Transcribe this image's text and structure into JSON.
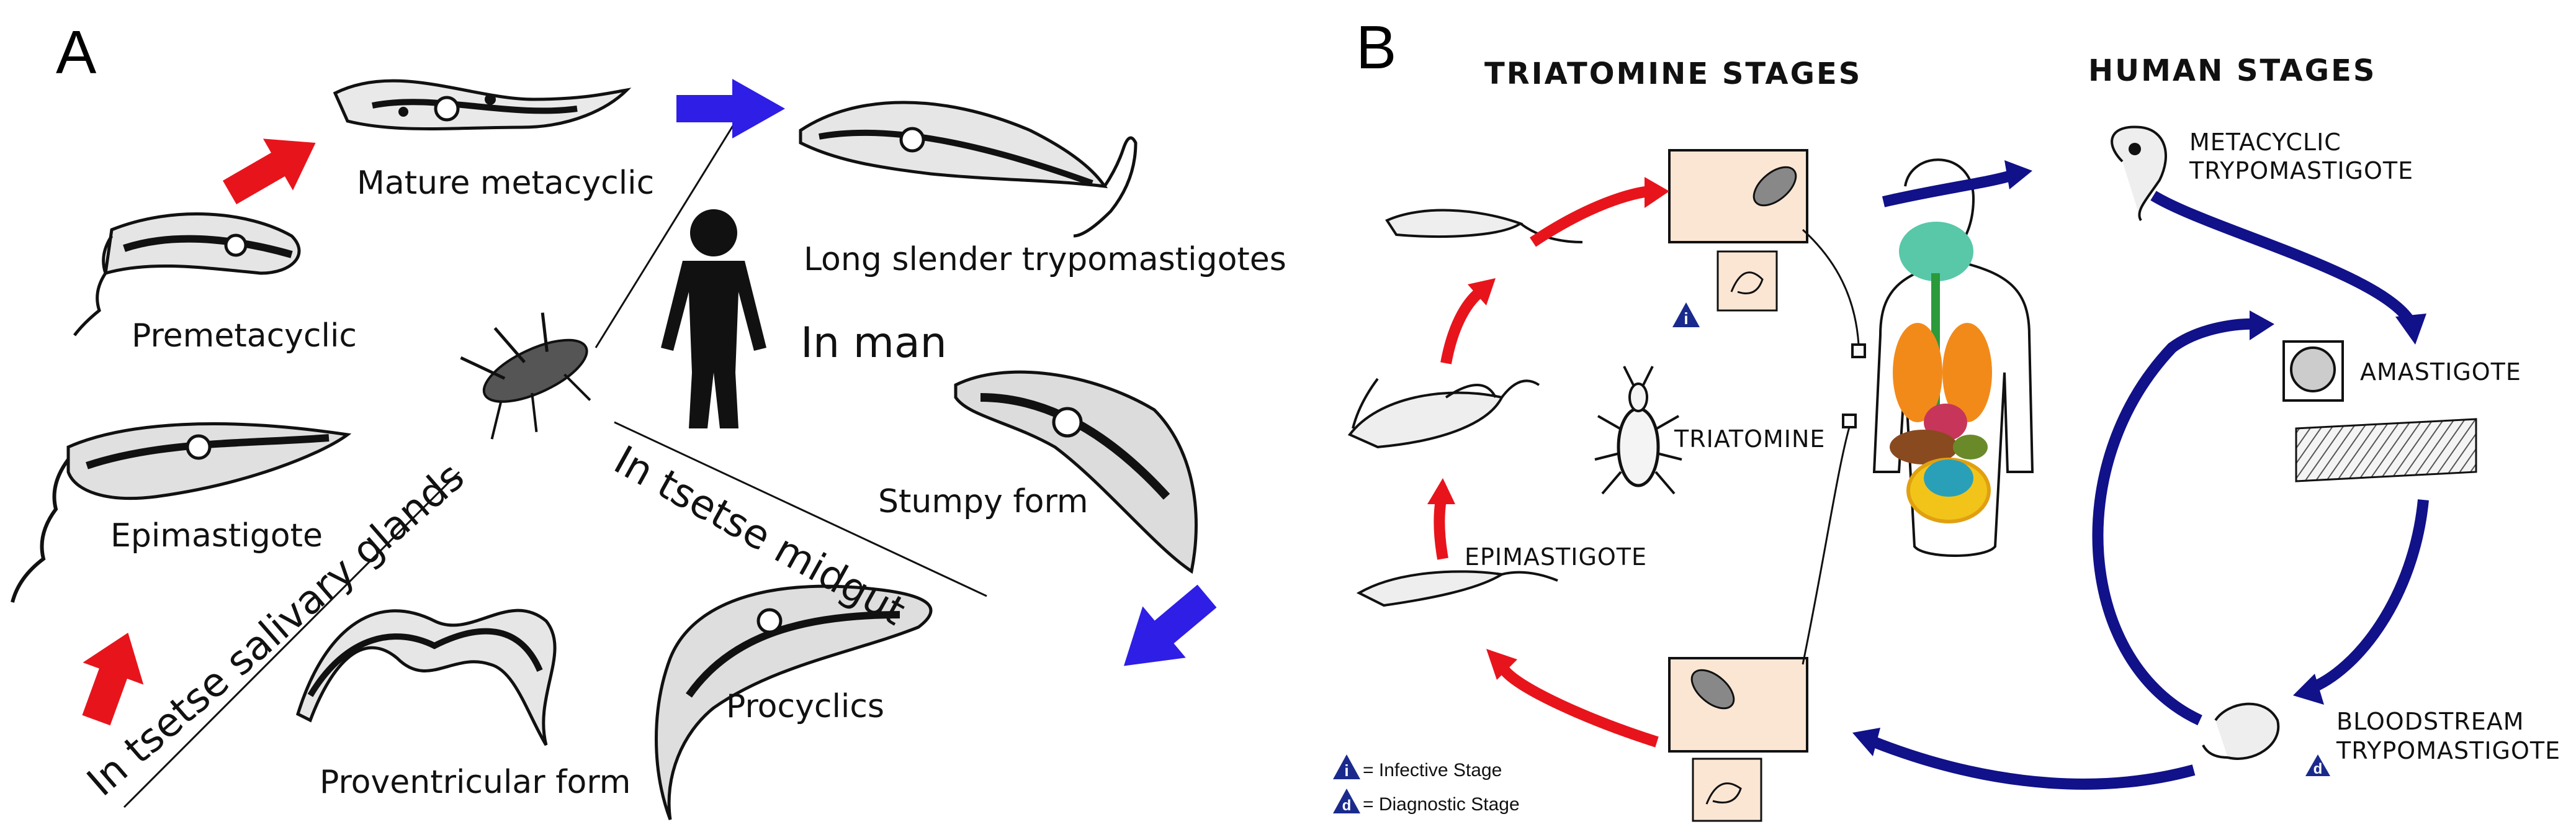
{
  "panel_a": {
    "letter": "A",
    "labels": {
      "mature_metacyclic": "Mature metacyclic",
      "premetacyclic": "Premetacyclic",
      "epimastigote": "Epimastigote",
      "proventricular": "Proventricular form",
      "procyclics": "Procyclics",
      "stumpy": "Stumpy form",
      "long_slender": "Long slender trypomastigotes",
      "in_man": "In man",
      "salivary": "In tsetse salivary glands",
      "midgut": "In tsetse midgut"
    },
    "colors": {
      "red_arrow": "#e8141c",
      "blue_arrow": "#2e1ee6"
    },
    "icons": [
      "tsetse-fly-icon",
      "human-silhouette-icon"
    ]
  },
  "panel_b": {
    "letter": "B",
    "headers": {
      "triatomine": "TRIATOMINE STAGES",
      "human": "HUMAN STAGES"
    },
    "labels": {
      "metacyclic_1": "METACYCLIC",
      "metacyclic_2": "TRYPOMASTIGOTE",
      "amastigote": "AMASTIGOTE",
      "triatomine": "TRIATOMINE",
      "epimastigote": "EPIMASTIGOTE",
      "bloodstream_1": "BLOODSTREAM",
      "bloodstream_2": "TRYPOMASTIGOTE"
    },
    "legend": {
      "infective_symbol": "i",
      "infective_text": "= Infective Stage",
      "diagnostic_symbol": "d",
      "diagnostic_text": "= Diagnostic Stage"
    },
    "colors": {
      "red_arrow": "#e8141c",
      "blue_arrow": "#11118a",
      "badge": "#1a2a8c",
      "inset": "#fbe6d4"
    },
    "icons": [
      "triatomine-bug-icon",
      "human-anatomy-icon"
    ]
  }
}
